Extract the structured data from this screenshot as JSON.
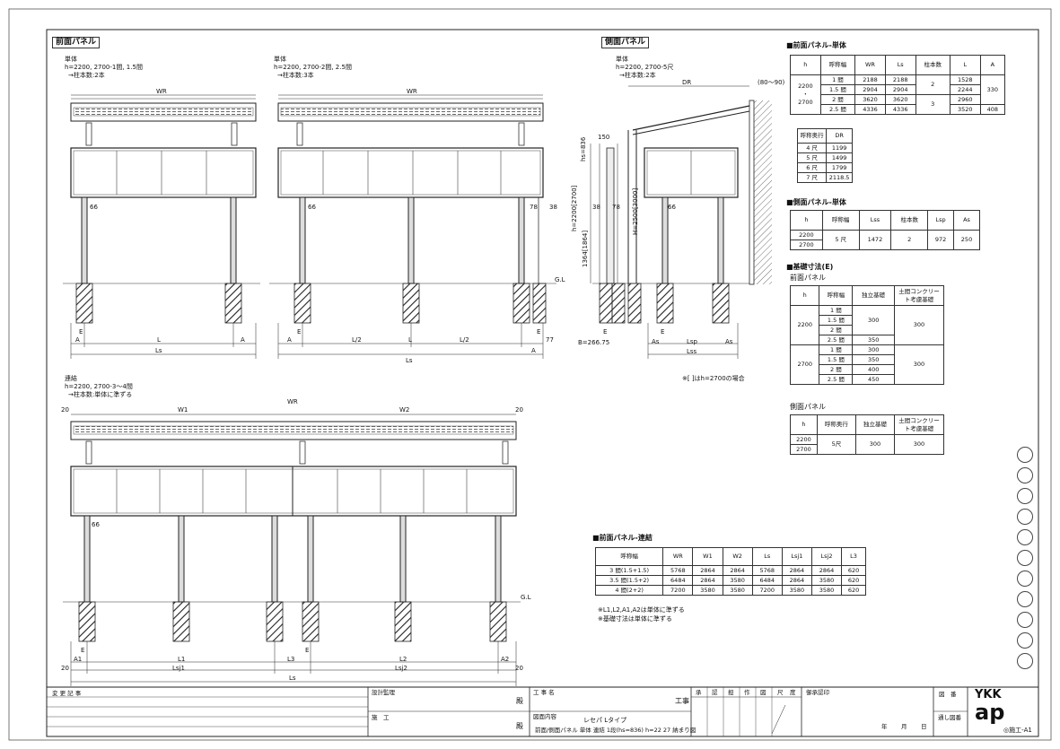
{
  "sections": {
    "front_title": "前面パネル",
    "side_title": "側面パネル"
  },
  "views": {
    "single1": {
      "label": "単体",
      "h": "h=2200, 2700-1間, 1.5間",
      "posts": "→柱本数:2本",
      "WR": "WR",
      "dims": [
        "A",
        "L",
        "A",
        "Ls",
        "E",
        "66"
      ]
    },
    "single2": {
      "label": "単体",
      "h": "h=2200, 2700-2間, 2.5間",
      "posts": "→柱本数:3本",
      "WR": "WR",
      "dims": [
        "A",
        "L/2",
        "L",
        "L/2",
        "A",
        "Ls",
        "E",
        "66",
        "78",
        "38",
        "77",
        "E",
        "G.L"
      ]
    },
    "side": {
      "label": "単体",
      "h": "h=2200, 2700-5尺",
      "posts": "→柱本数:2本",
      "DR": "DR",
      "gap": "(80～90)",
      "dims": [
        "150",
        "hs=836",
        "38",
        "78",
        "h=2200[2700]",
        "1364[1864]",
        "H=2500[3000]",
        "66",
        "E",
        "E",
        "B=266.75",
        "As",
        "Lsp",
        "As",
        "Lss"
      ],
      "note": "※[ ]はh=2700の場合"
    },
    "linked": {
      "label": "連結",
      "h": "h=2200, 2700-3～4間",
      "posts": "→柱本数:単体に準ずる",
      "WR": "WR",
      "W1": "W1",
      "W2": "W2",
      "dims": [
        "20",
        "20",
        "66",
        "E",
        "E",
        "A1",
        "L1",
        "L3",
        "L2",
        "A2",
        "Lsj1",
        "Lsj2",
        "20",
        "20",
        "Ls",
        "G.L"
      ]
    }
  },
  "tables": {
    "front_single": {
      "title": "■前面パネル-単体",
      "headers": [
        "h",
        "呼称幅",
        "WR",
        "Ls",
        "柱本数",
        "L",
        "A"
      ],
      "h_values": [
        "2200",
        "・",
        "2700"
      ],
      "rows": [
        [
          "1 間",
          "2188",
          "2188",
          "1528"
        ],
        [
          "1.5 間",
          "2904",
          "2904",
          "2244"
        ],
        [
          "2 間",
          "3620",
          "3620",
          "2960"
        ],
        [
          "2.5 間",
          "4336",
          "4336",
          "3520"
        ]
      ],
      "posts": [
        "2",
        "3"
      ],
      "A": [
        "330",
        "408"
      ]
    },
    "depth": {
      "headers": [
        "呼称奥行",
        "DR"
      ],
      "rows": [
        [
          "4 尺",
          "1199"
        ],
        [
          "5 尺",
          "1499"
        ],
        [
          "6 尺",
          "1799"
        ],
        [
          "7 尺",
          "2118.5"
        ]
      ]
    },
    "side_single": {
      "title": "■側面パネル-単体",
      "headers": [
        "h",
        "呼称幅",
        "Lss",
        "柱本数",
        "Lsp",
        "As"
      ],
      "h_values": [
        "2200",
        "2700"
      ],
      "row": [
        "5 尺",
        "1472",
        "2",
        "972",
        "250"
      ]
    },
    "foundation": {
      "title": "■基礎寸法(E)",
      "front_label": "前面パネル",
      "headers": [
        "h",
        "呼称幅",
        "独立基礎",
        "土間コンクリート考慮基礎"
      ],
      "h2200": "2200",
      "rows2200": [
        "1 間",
        "1.5 間",
        "2 間",
        "2.5 間"
      ],
      "ind2200": [
        "300",
        "350"
      ],
      "slab2200": "300",
      "h2700": "2700",
      "rows2700": [
        "1 間",
        "1.5 間",
        "2 間",
        "2.5 間"
      ],
      "ind2700": [
        "300",
        "350",
        "400",
        "450"
      ],
      "slab2700": "300",
      "side_label": "側面パネル",
      "side_headers": [
        "h",
        "呼称奥行",
        "独立基礎",
        "土間コンクリート考慮基礎"
      ],
      "side_h": [
        "2200",
        "2700"
      ],
      "side_row": [
        "5尺",
        "300",
        "300"
      ]
    },
    "front_linked": {
      "title": "■前面パネル-連結",
      "headers": [
        "呼称幅",
        "WR",
        "W1",
        "W2",
        "Ls",
        "Lsj1",
        "Lsj2",
        "L3"
      ],
      "rows": [
        [
          "3 間(1.5+1.5)",
          "5768",
          "2864",
          "2864",
          "5768",
          "2864",
          "2864",
          "620"
        ],
        [
          "3.5 間(1.5+2)",
          "6484",
          "2864",
          "3580",
          "6484",
          "2864",
          "3580",
          "620"
        ],
        [
          "4 間(2+2)",
          "7200",
          "3580",
          "3580",
          "7200",
          "3580",
          "3580",
          "620"
        ]
      ],
      "notes": [
        "※L1,L2,A1,A2は単体に準ずる",
        "※基礎寸法は単体に準ずる"
      ]
    }
  },
  "title_block": {
    "change_label": "変 更 記 事",
    "design_label": "設計監理",
    "sama1": "殿",
    "construct_label": "施　工",
    "sama2": "殿",
    "project_label": "工 事 名",
    "project_value": "工事",
    "drawing_label": "図面内容",
    "product": "レセパ Lタイプ",
    "drawing_desc": "前面/側面パネル  単体  連結  1段(hs=836)  h=22 27  納まり図",
    "cols": [
      "承",
      "認",
      "担",
      "作",
      "図",
      "尺",
      "度"
    ],
    "approval_label": "御承認印",
    "date_labels": [
      "年",
      "月",
      "日"
    ],
    "no_label": "図　番",
    "copy_label": "通し図番",
    "logo_top": "YKK",
    "logo_bottom": "ap",
    "sheet_no": "◎施工-A1"
  }
}
